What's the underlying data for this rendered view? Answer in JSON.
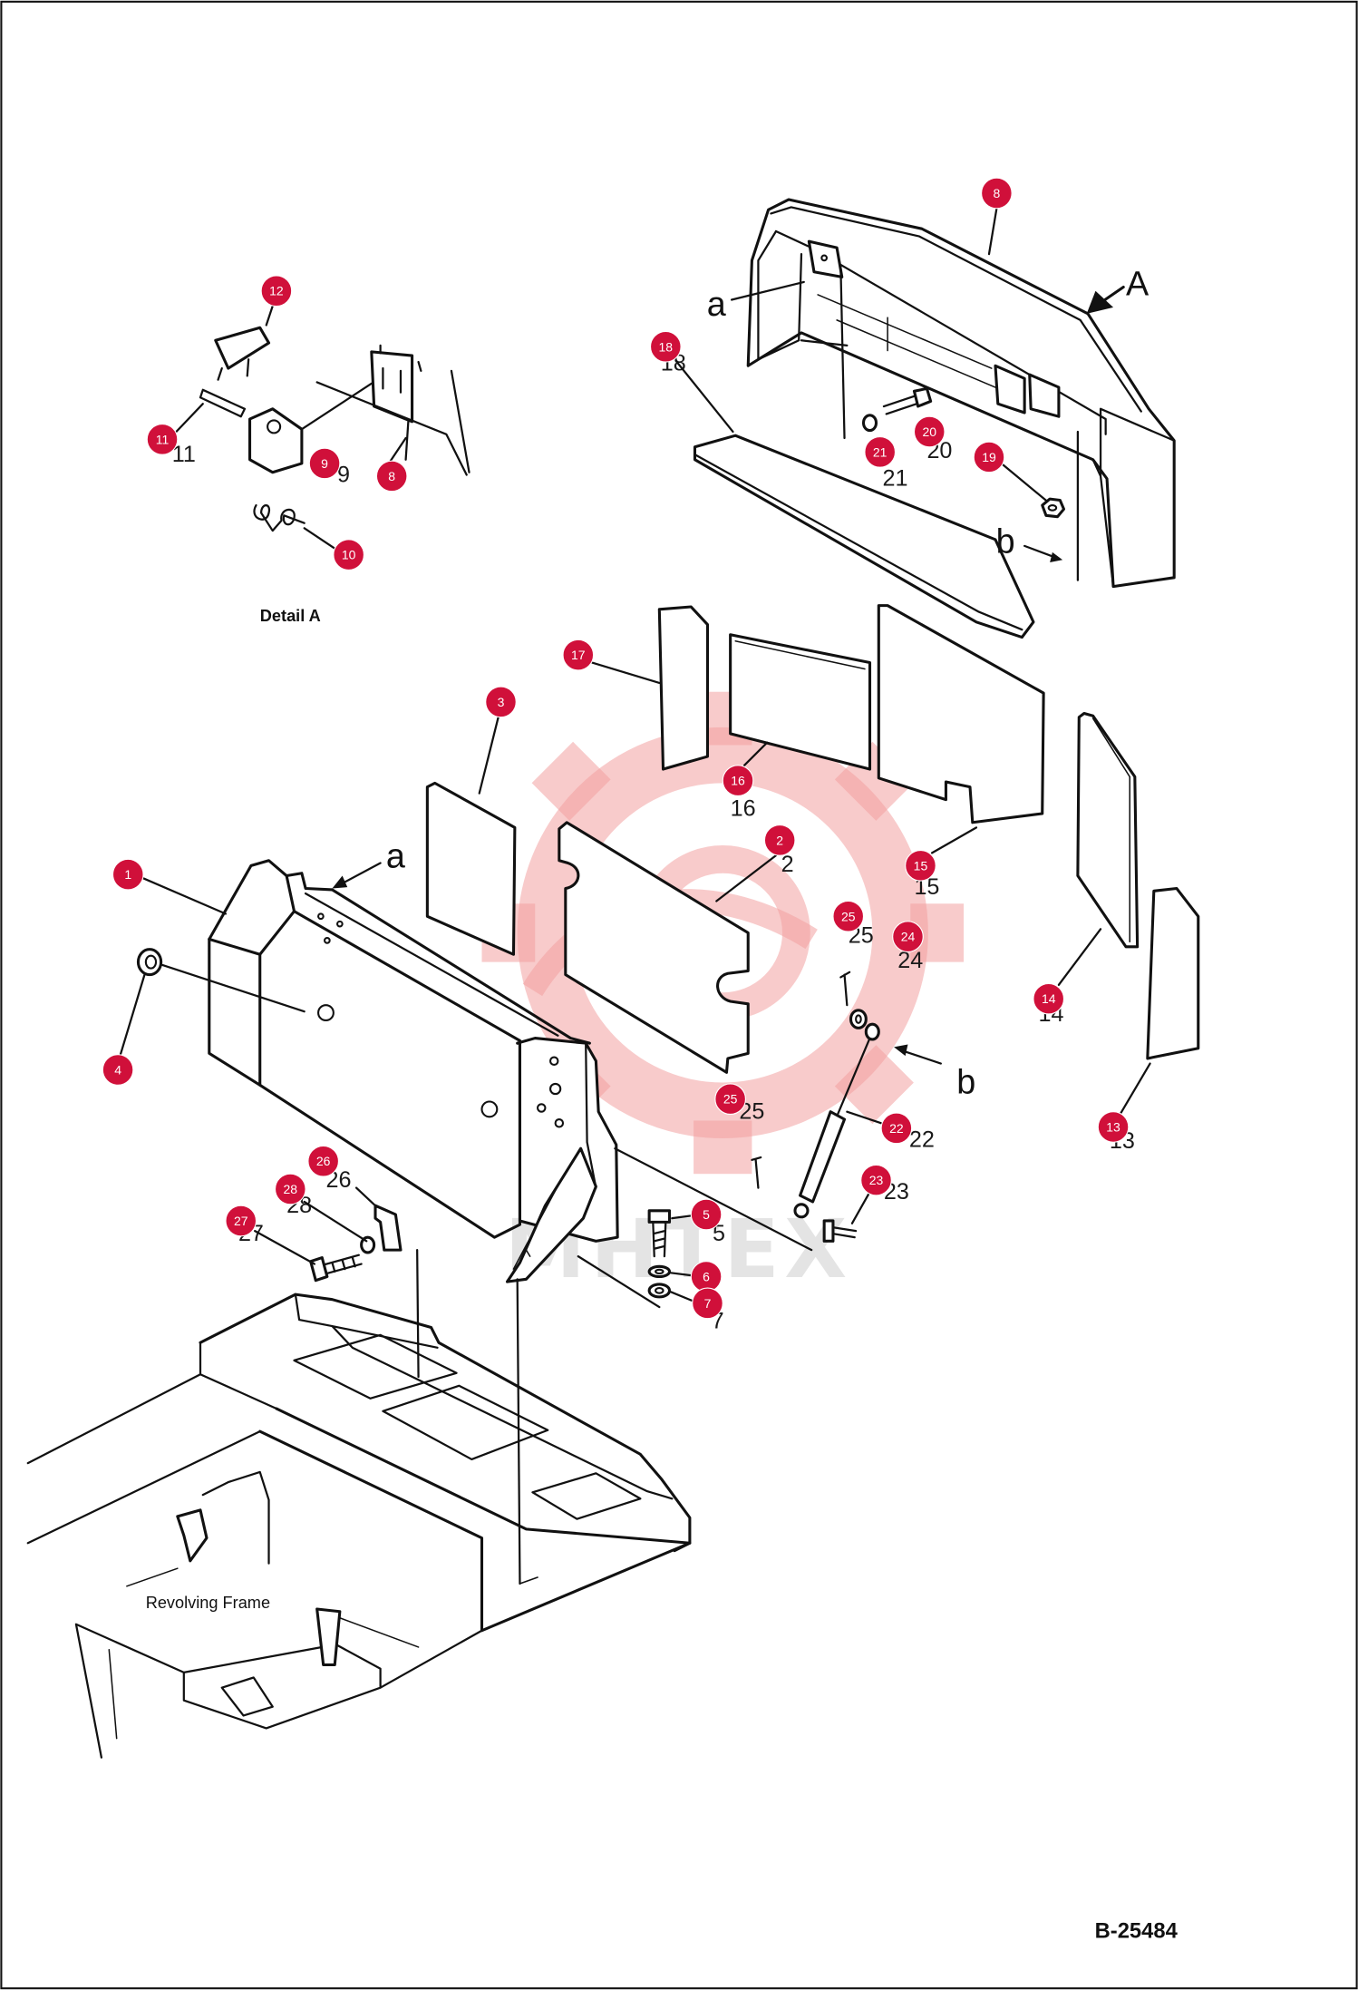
{
  "drawing_number": "B-25484",
  "labels": {
    "detail": "Detail A",
    "frame": "Revolving Frame"
  },
  "view_letters": [
    "a",
    "A",
    "b",
    "a",
    "b"
  ],
  "callouts": [
    "8",
    "12",
    "18",
    "11",
    "9",
    "8",
    "10",
    "21",
    "20",
    "19",
    "17",
    "3",
    "16",
    "2",
    "15",
    "1",
    "25",
    "24",
    "4",
    "14",
    "25",
    "22",
    "13",
    "26",
    "28",
    "23",
    "5",
    "27",
    "6",
    "7"
  ],
  "printed_numbers": [
    "18",
    "11",
    "9",
    "21",
    "20",
    "16",
    "2",
    "15",
    "25",
    "24",
    "14",
    "25",
    "22",
    "26",
    "28",
    "23",
    "5",
    "27",
    "13",
    "7"
  ],
  "watermark": "MHTEX",
  "colors": {
    "callout": "#d0103a",
    "callout_text": "#ffffff",
    "line": "#111111",
    "watermark_logo": "#f2a0a0"
  }
}
